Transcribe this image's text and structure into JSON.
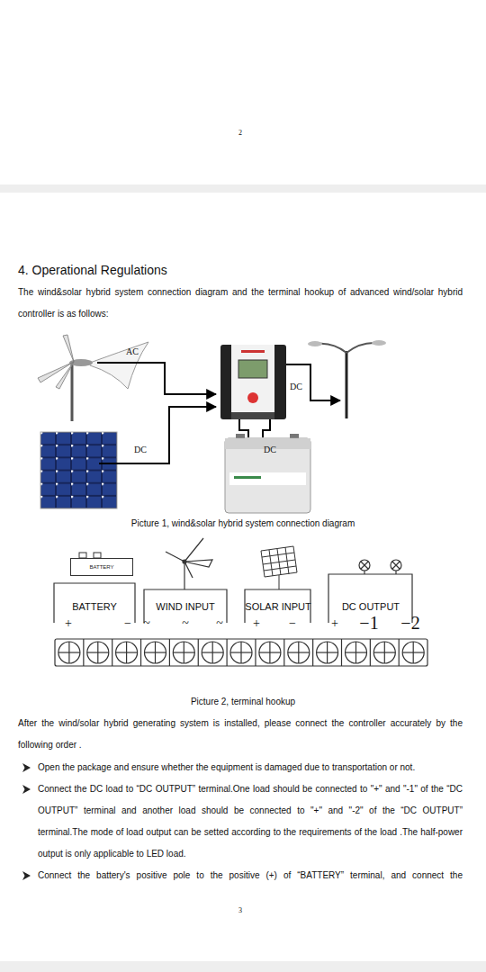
{
  "diagram": {
    "title": "4. Operational Regulations",
    "nodes": [
      {
        "text": [
          "BATTERY"
        ]
      }
    ],
    "labels": [
      "2",
      "The wind&solar hybrid system connection diagram and the terminal hookup of advanced wind/solar hybrid controller is as follows:",
      "AC",
      "DC",
      "DC",
      "DC",
      "Picture 1, wind&solar hybrid system connection diagram",
      "BATTERY",
      "WIND INPUT",
      "SOLAR INPUT",
      "DC OUTPUT",
      "+",
      "−",
      "~",
      "~",
      "~",
      "+",
      "−",
      "+",
      "−1",
      "−2",
      "Picture 2, terminal hookup",
      "After the wind/solar hybrid generating system is installed, please connect the controller accurately by the following order .",
      "Open the package and ensure whether the equipment is damaged due to transportation or not.",
      "Connect the DC load to “DC OUTPUT” terminal.One load should be connected to \"+\" and \"-1\" of the “DC OUTPUT” terminal and another load should be connected to \"+\" and \"-2\" of the “DC OUTPUT” terminal.The mode of load output can be setted according to the requirements of the load .The half-power output is only applicable to LED load.",
      "Connect the battery's positive pole to the positive (+) of “BATTERY” terminal, and connect the",
      "3"
    ]
  }
}
